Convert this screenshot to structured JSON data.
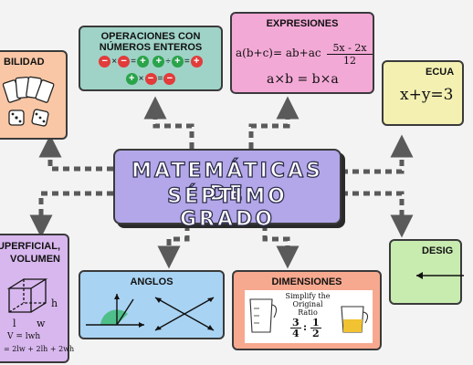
{
  "center": {
    "title_line1": "MATEMÁTICAS DE",
    "title_line2": "SÉPTIMO GRADO"
  },
  "nodes": {
    "probabilidad": {
      "title": "BILIDAD",
      "color": "#f9c7a6"
    },
    "operaciones": {
      "title_line1": "OPERACIONES CON",
      "title_line2": "NÚMEROS ENTEROS",
      "color": "#9fd3c7",
      "row1": [
        "−",
        "×",
        "−",
        "=",
        "+",
        "+",
        "÷",
        "+",
        "=",
        "+"
      ],
      "row2": [
        "+",
        "×",
        "−",
        "=",
        "−"
      ]
    },
    "expresiones": {
      "title": "EXPRESIONES",
      "color": "#f3a9d6",
      "eq1": "a(b+c)= ab+ac",
      "frac_num": "5x - 2x",
      "frac_den": "12",
      "eq2": "a×b = b×a"
    },
    "ecuaciones": {
      "title": "ECUA",
      "color": "#f3f0b2",
      "eq": "x+y=3"
    },
    "superficial": {
      "title_line1": "UPERFICIAL,",
      "title_line2": "VOLUMEN",
      "color": "#d8b7ee",
      "dim_h": "h",
      "dim_l": "l",
      "dim_w": "w",
      "formula1": "V = lwh",
      "formula2": "= 2lw + 2lh + 2wh"
    },
    "angulos": {
      "title": "ANGLOS",
      "color": "#a9d3f3"
    },
    "dimensiones": {
      "title": "DIMENSIONES",
      "color": "#f7a98f",
      "simplify_line1": "Simplify the",
      "simplify_line2": "Original",
      "simplify_line3": "Ratio",
      "ratio_a": "3",
      "ratio_b": "4",
      "ratio_c": "1",
      "ratio_d": "2"
    },
    "geometria": {
      "title": "DESIG",
      "color": "#c8ebb0"
    }
  }
}
